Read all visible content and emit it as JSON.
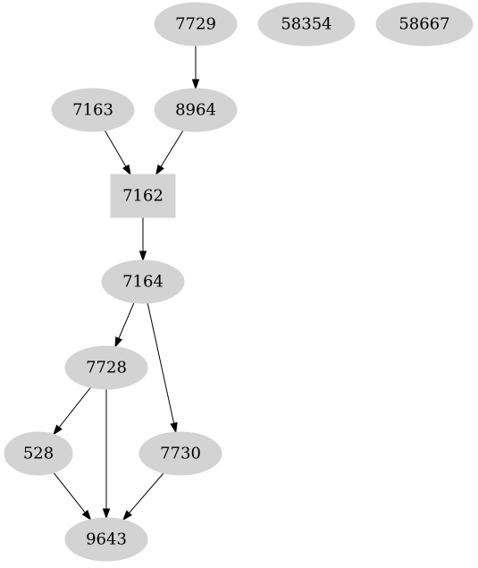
{
  "diagram": {
    "colors": {
      "node_fill": "#d3d3d3",
      "edge": "#000000",
      "text": "#000000",
      "background": "#ffffff"
    },
    "nodes": [
      {
        "id": "7729",
        "label": "7729",
        "shape": "ellipse"
      },
      {
        "id": "58354",
        "label": "58354",
        "shape": "ellipse"
      },
      {
        "id": "58667",
        "label": "58667",
        "shape": "ellipse"
      },
      {
        "id": "7163",
        "label": "7163",
        "shape": "ellipse"
      },
      {
        "id": "8964",
        "label": "8964",
        "shape": "ellipse"
      },
      {
        "id": "7162",
        "label": "7162",
        "shape": "box"
      },
      {
        "id": "7164",
        "label": "7164",
        "shape": "ellipse"
      },
      {
        "id": "7728",
        "label": "7728",
        "shape": "ellipse"
      },
      {
        "id": "528",
        "label": "528",
        "shape": "ellipse"
      },
      {
        "id": "7730",
        "label": "7730",
        "shape": "ellipse"
      },
      {
        "id": "9643",
        "label": "9643",
        "shape": "ellipse"
      }
    ],
    "edges": [
      {
        "from": "7729",
        "to": "8964"
      },
      {
        "from": "7163",
        "to": "7162"
      },
      {
        "from": "8964",
        "to": "7162"
      },
      {
        "from": "7162",
        "to": "7164"
      },
      {
        "from": "7164",
        "to": "7728"
      },
      {
        "from": "7164",
        "to": "7730"
      },
      {
        "from": "7728",
        "to": "528"
      },
      {
        "from": "7728",
        "to": "9643"
      },
      {
        "from": "528",
        "to": "9643"
      },
      {
        "from": "7730",
        "to": "9643"
      }
    ]
  }
}
